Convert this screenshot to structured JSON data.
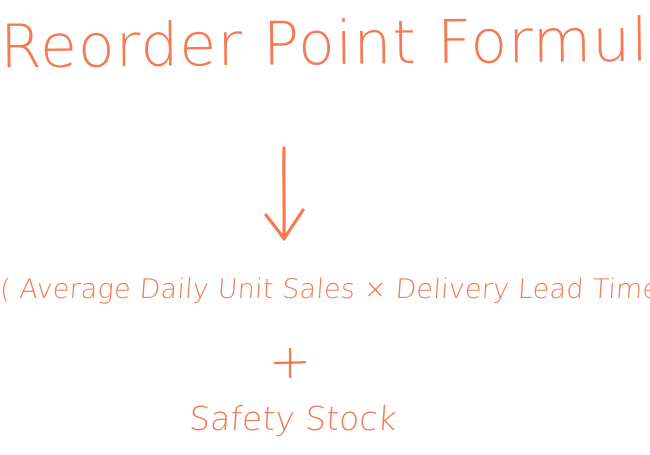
{
  "title": "Reorder Point Formula",
  "formula": {
    "line1": "( Average Daily Unit Sales × Delivery Lead Time )",
    "operator": "+",
    "line2": "Safety Stock"
  },
  "ink_color": "#F47A54"
}
